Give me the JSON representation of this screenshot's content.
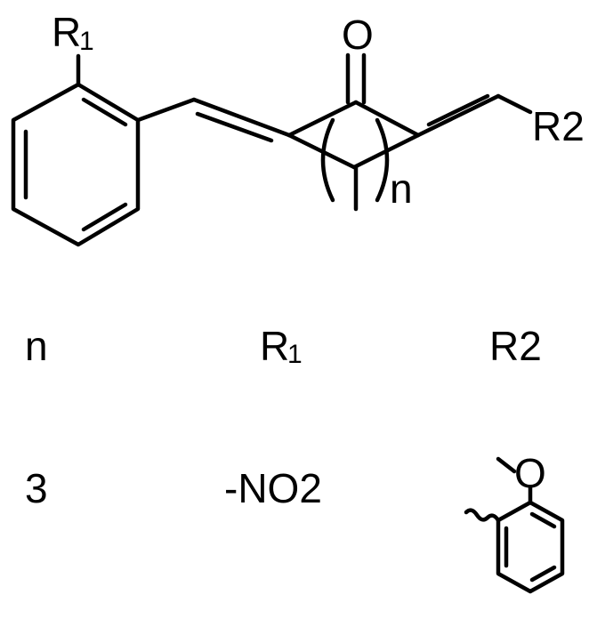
{
  "structure": {
    "r1_label": "R",
    "r1_sub": "1",
    "r2_label": "R2",
    "oxygen_label": "O",
    "ring_size_label": "n"
  },
  "table": {
    "headers": {
      "n": "n",
      "r1_main": "R",
      "r1_sub": "1",
      "r2": "R2"
    },
    "rows": [
      {
        "n": "3",
        "r1": "-NO2",
        "r2_oxygen_label": "O"
      }
    ]
  }
}
